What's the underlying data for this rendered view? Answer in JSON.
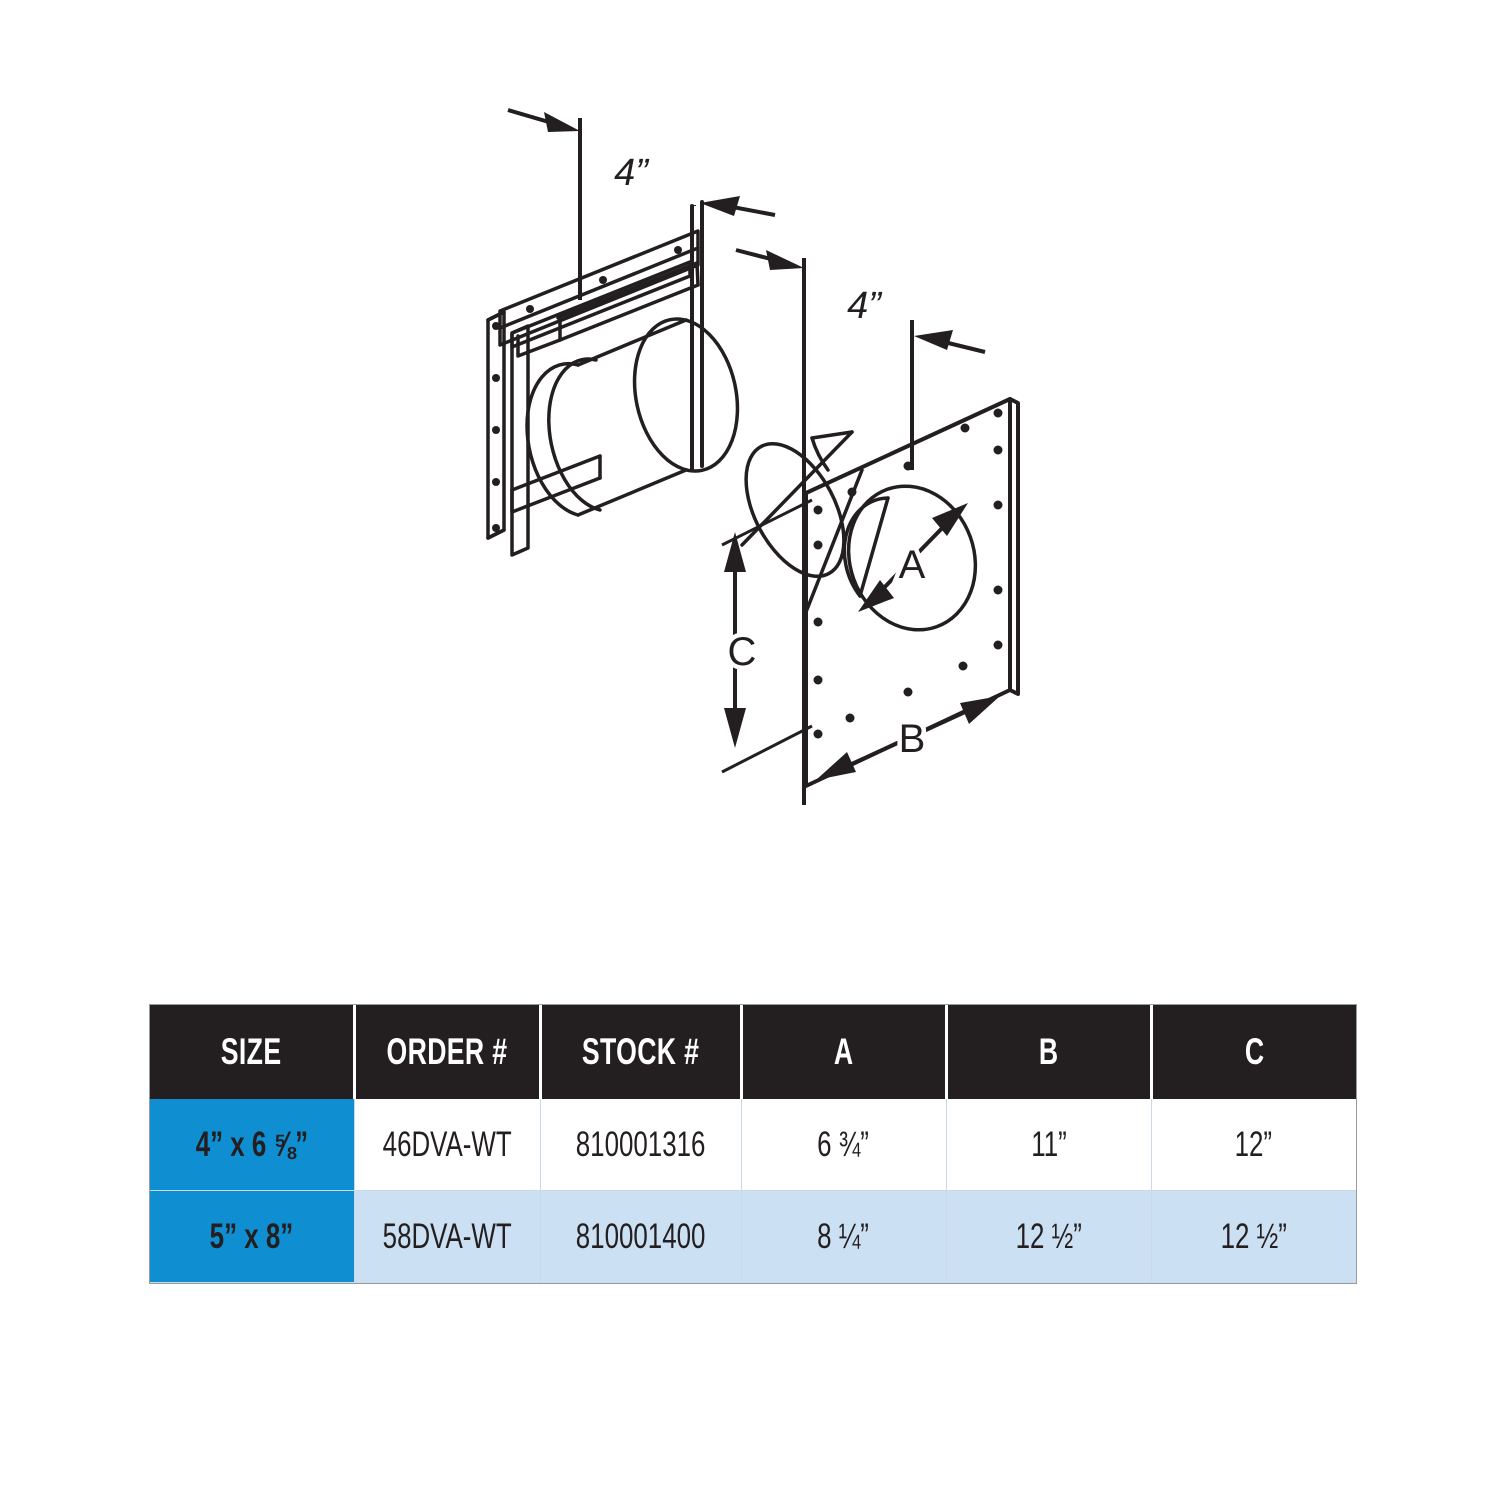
{
  "diagram": {
    "name": "wall-thimble-isometric-diagram",
    "dimension_callouts": [
      {
        "id": "top-left-4in",
        "label": "4”"
      },
      {
        "id": "top-right-4in",
        "label": "4”"
      }
    ],
    "letter_labels": [
      {
        "id": "A",
        "label": "A",
        "meaning": "opening-diameter"
      },
      {
        "id": "B",
        "label": "B",
        "meaning": "plate-width"
      },
      {
        "id": "C",
        "label": "C",
        "meaning": "plate-height"
      }
    ]
  },
  "table": {
    "name": "wall-thimble-spec-table",
    "headers": [
      "SIZE",
      "ORDER #",
      "STOCK #",
      "A",
      "B",
      "C"
    ],
    "rows": [
      {
        "size": "4” x 6 ⅝”",
        "size_parts": {
          "whole": "4” x 6 ",
          "frac_num": "5",
          "frac_den": "8",
          "suffix": "”"
        },
        "order": "46DVA-WT",
        "stock": "810001316",
        "a": "6 ¾”",
        "a_parts": {
          "whole": "6 ",
          "frac_num": "3",
          "frac_den": "4",
          "suffix": "”"
        },
        "b": "11”",
        "c": "12”"
      },
      {
        "size": "5” x 8”",
        "size_parts": {
          "whole": "5” x 8",
          "frac_num": "",
          "frac_den": "",
          "suffix": "”"
        },
        "order": "58DVA-WT",
        "stock": "810001400",
        "a": "8 ¼”",
        "a_parts": {
          "whole": "8 ",
          "frac_num": "1",
          "frac_den": "4",
          "suffix": "”"
        },
        "b": "12 ½”",
        "b_parts": {
          "whole": "12 ",
          "frac_num": "1",
          "frac_den": "2",
          "suffix": "”"
        },
        "c": "12 ½”",
        "c_parts": {
          "whole": "12 ",
          "frac_num": "1",
          "frac_den": "2",
          "suffix": "”"
        }
      }
    ]
  },
  "colors": {
    "header_bg": "#231f20",
    "size_cell_bg": "#0f8ed2",
    "row_even_bg": "#cbe0f3",
    "row_odd_bg": "#ffffff",
    "line": "#231f20"
  }
}
